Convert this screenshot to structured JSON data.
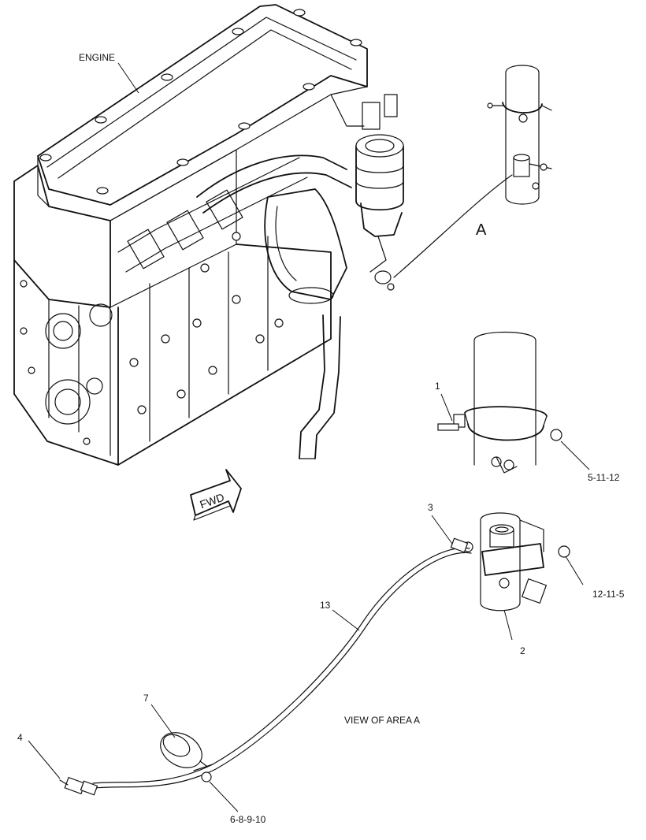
{
  "labels": {
    "engine": "ENGINE",
    "area": "A",
    "fwd": "FWD",
    "view_of_area": "VIEW OF AREA A"
  },
  "callouts": {
    "c1": "1",
    "c2": "2",
    "c3": "3",
    "c4": "4",
    "c7": "7",
    "c13": "13",
    "c5_11_12": "5-11-12",
    "c12_11_5": "12-11-5",
    "c6_8_9_10": "6-8-9-10"
  }
}
